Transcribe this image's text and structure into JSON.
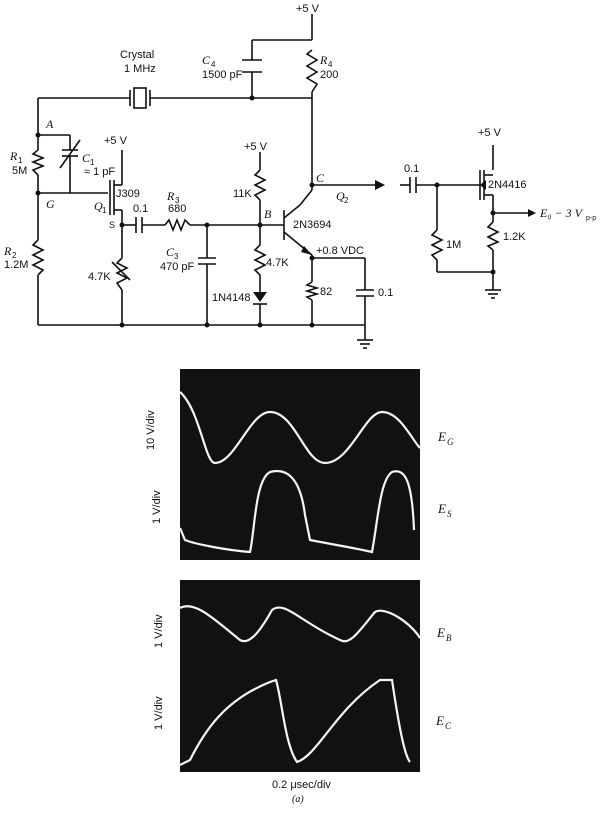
{
  "circuit": {
    "supply": "+5 V",
    "supply_q1": "+5 V",
    "supply_q2": "+5 V",
    "supply_q3": "+5 V",
    "crystal_name": "Crystal",
    "crystal_freq": "1 MHz",
    "c4_ref": "C",
    "c4_sub": "4",
    "c4_value": "1500 pF",
    "r4_ref": "R",
    "r4_sub": "4",
    "r4_value": "200",
    "node_a": "A",
    "node_g": "G",
    "node_b": "B",
    "node_c": "C",
    "node_s": "S",
    "r1_ref": "R",
    "r1_sub": "1",
    "r1_value": "5M",
    "c1_ref": "C",
    "c1_sub": "1",
    "c1_value": "≈ 1 pF",
    "q1_ref": "Q",
    "q1_sub": "1",
    "q1_part": "J309",
    "r2_ref": "R",
    "r2_sub": "2",
    "r2_value": "1.2M",
    "r_source": "4.7K",
    "c_coupling": "0.1",
    "r3_ref": "R",
    "r3_sub": "3",
    "r3_value": "680",
    "c3_ref": "C",
    "c3_sub": "3",
    "c3_value": "470 pF",
    "r_11k": "11K",
    "r_b_bottom": "4.7K",
    "diode": "1N4148",
    "q2_part": "2N3694",
    "q2_ref": "Q",
    "q2_sub": "2",
    "emitter_vdc": "+0.8 VDC",
    "r_82": "82",
    "c_emitter": "0.1",
    "c_out": "0.1",
    "r_1m": "1M",
    "q3_part": "2N4416",
    "r_12k": "1.2K",
    "output_label": "E₀ − 3 V",
    "output_sub": "p-p"
  },
  "scopes": {
    "top": {
      "eg_scale": "10 V/div",
      "eg_label": "E",
      "eg_sub": "G",
      "es_scale": "1 V/div",
      "es_label": "E",
      "es_sub": "S"
    },
    "bottom": {
      "eb_scale": "1 V/div",
      "eb_label": "E",
      "eb_sub": "B",
      "ec_scale": "1 V/div",
      "ec_label": "E",
      "ec_sub": "C"
    },
    "timebase": "0.2 μsec/div",
    "caption": "(a)"
  }
}
